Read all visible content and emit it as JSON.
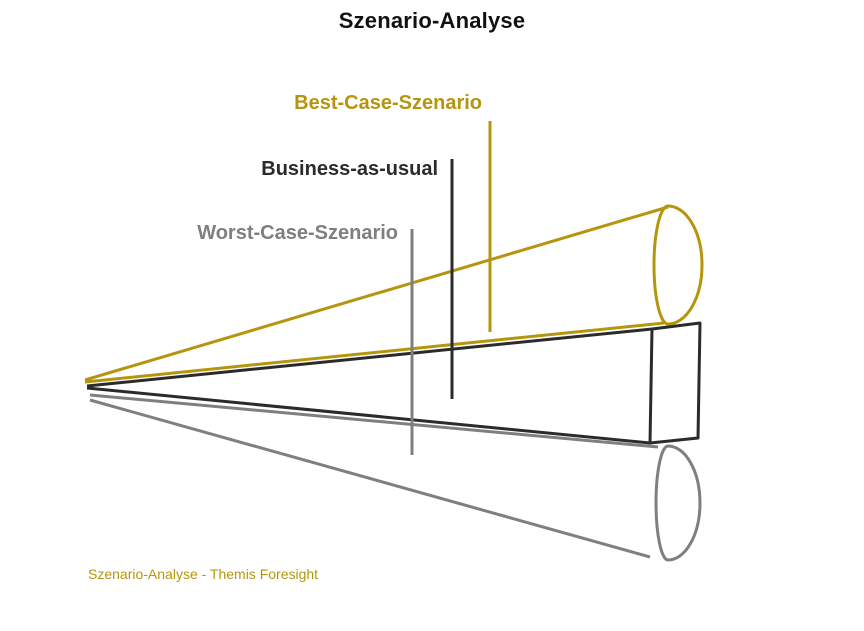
{
  "title": "Szenario-Analyse",
  "scenarios": {
    "best": {
      "label": "Best-Case-Szenario"
    },
    "business_as_usual": {
      "label": "Business-as-usual"
    },
    "worst": {
      "label": "Worst-Case-Szenario"
    }
  },
  "footer": "Szenario-Analyse - Themis Foresight",
  "colors": {
    "best": "#B6950E",
    "business_as_usual": "#2B2B2B",
    "worst": "#7F7F7F",
    "title": "#111111",
    "background": "#FFFFFF"
  }
}
